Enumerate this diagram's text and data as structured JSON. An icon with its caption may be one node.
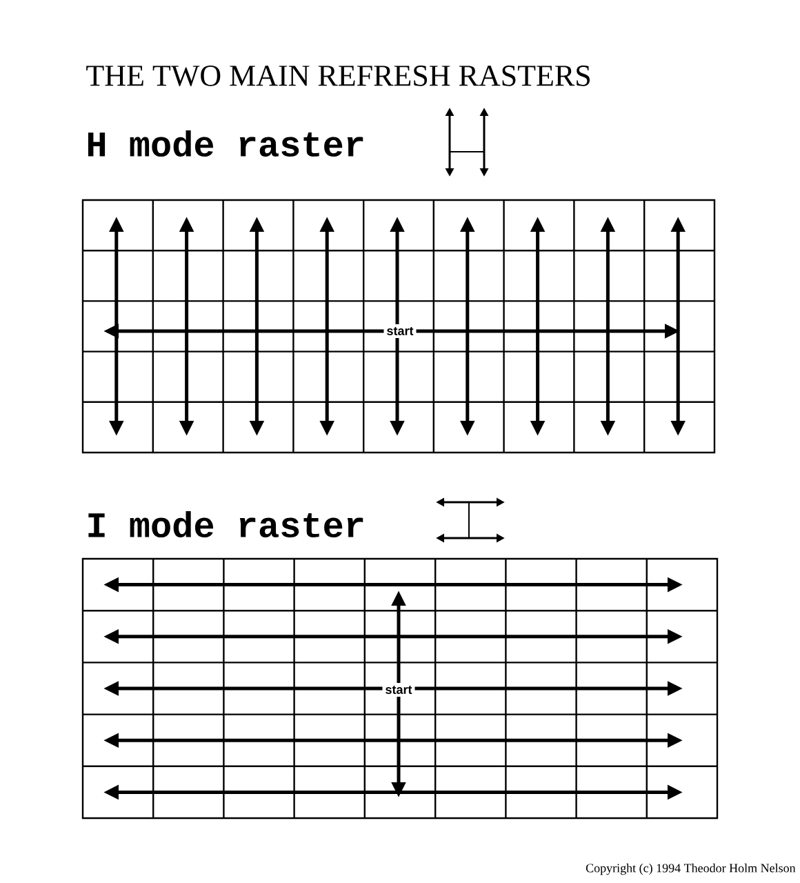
{
  "diagram": {
    "title": "THE TWO MAIN REFRESH RASTERS",
    "labels": [
      "H mode raster",
      "start",
      "I mode raster",
      "start",
      "Copyright (c) 1994 Theodor Holm Nelson"
    ]
  }
}
